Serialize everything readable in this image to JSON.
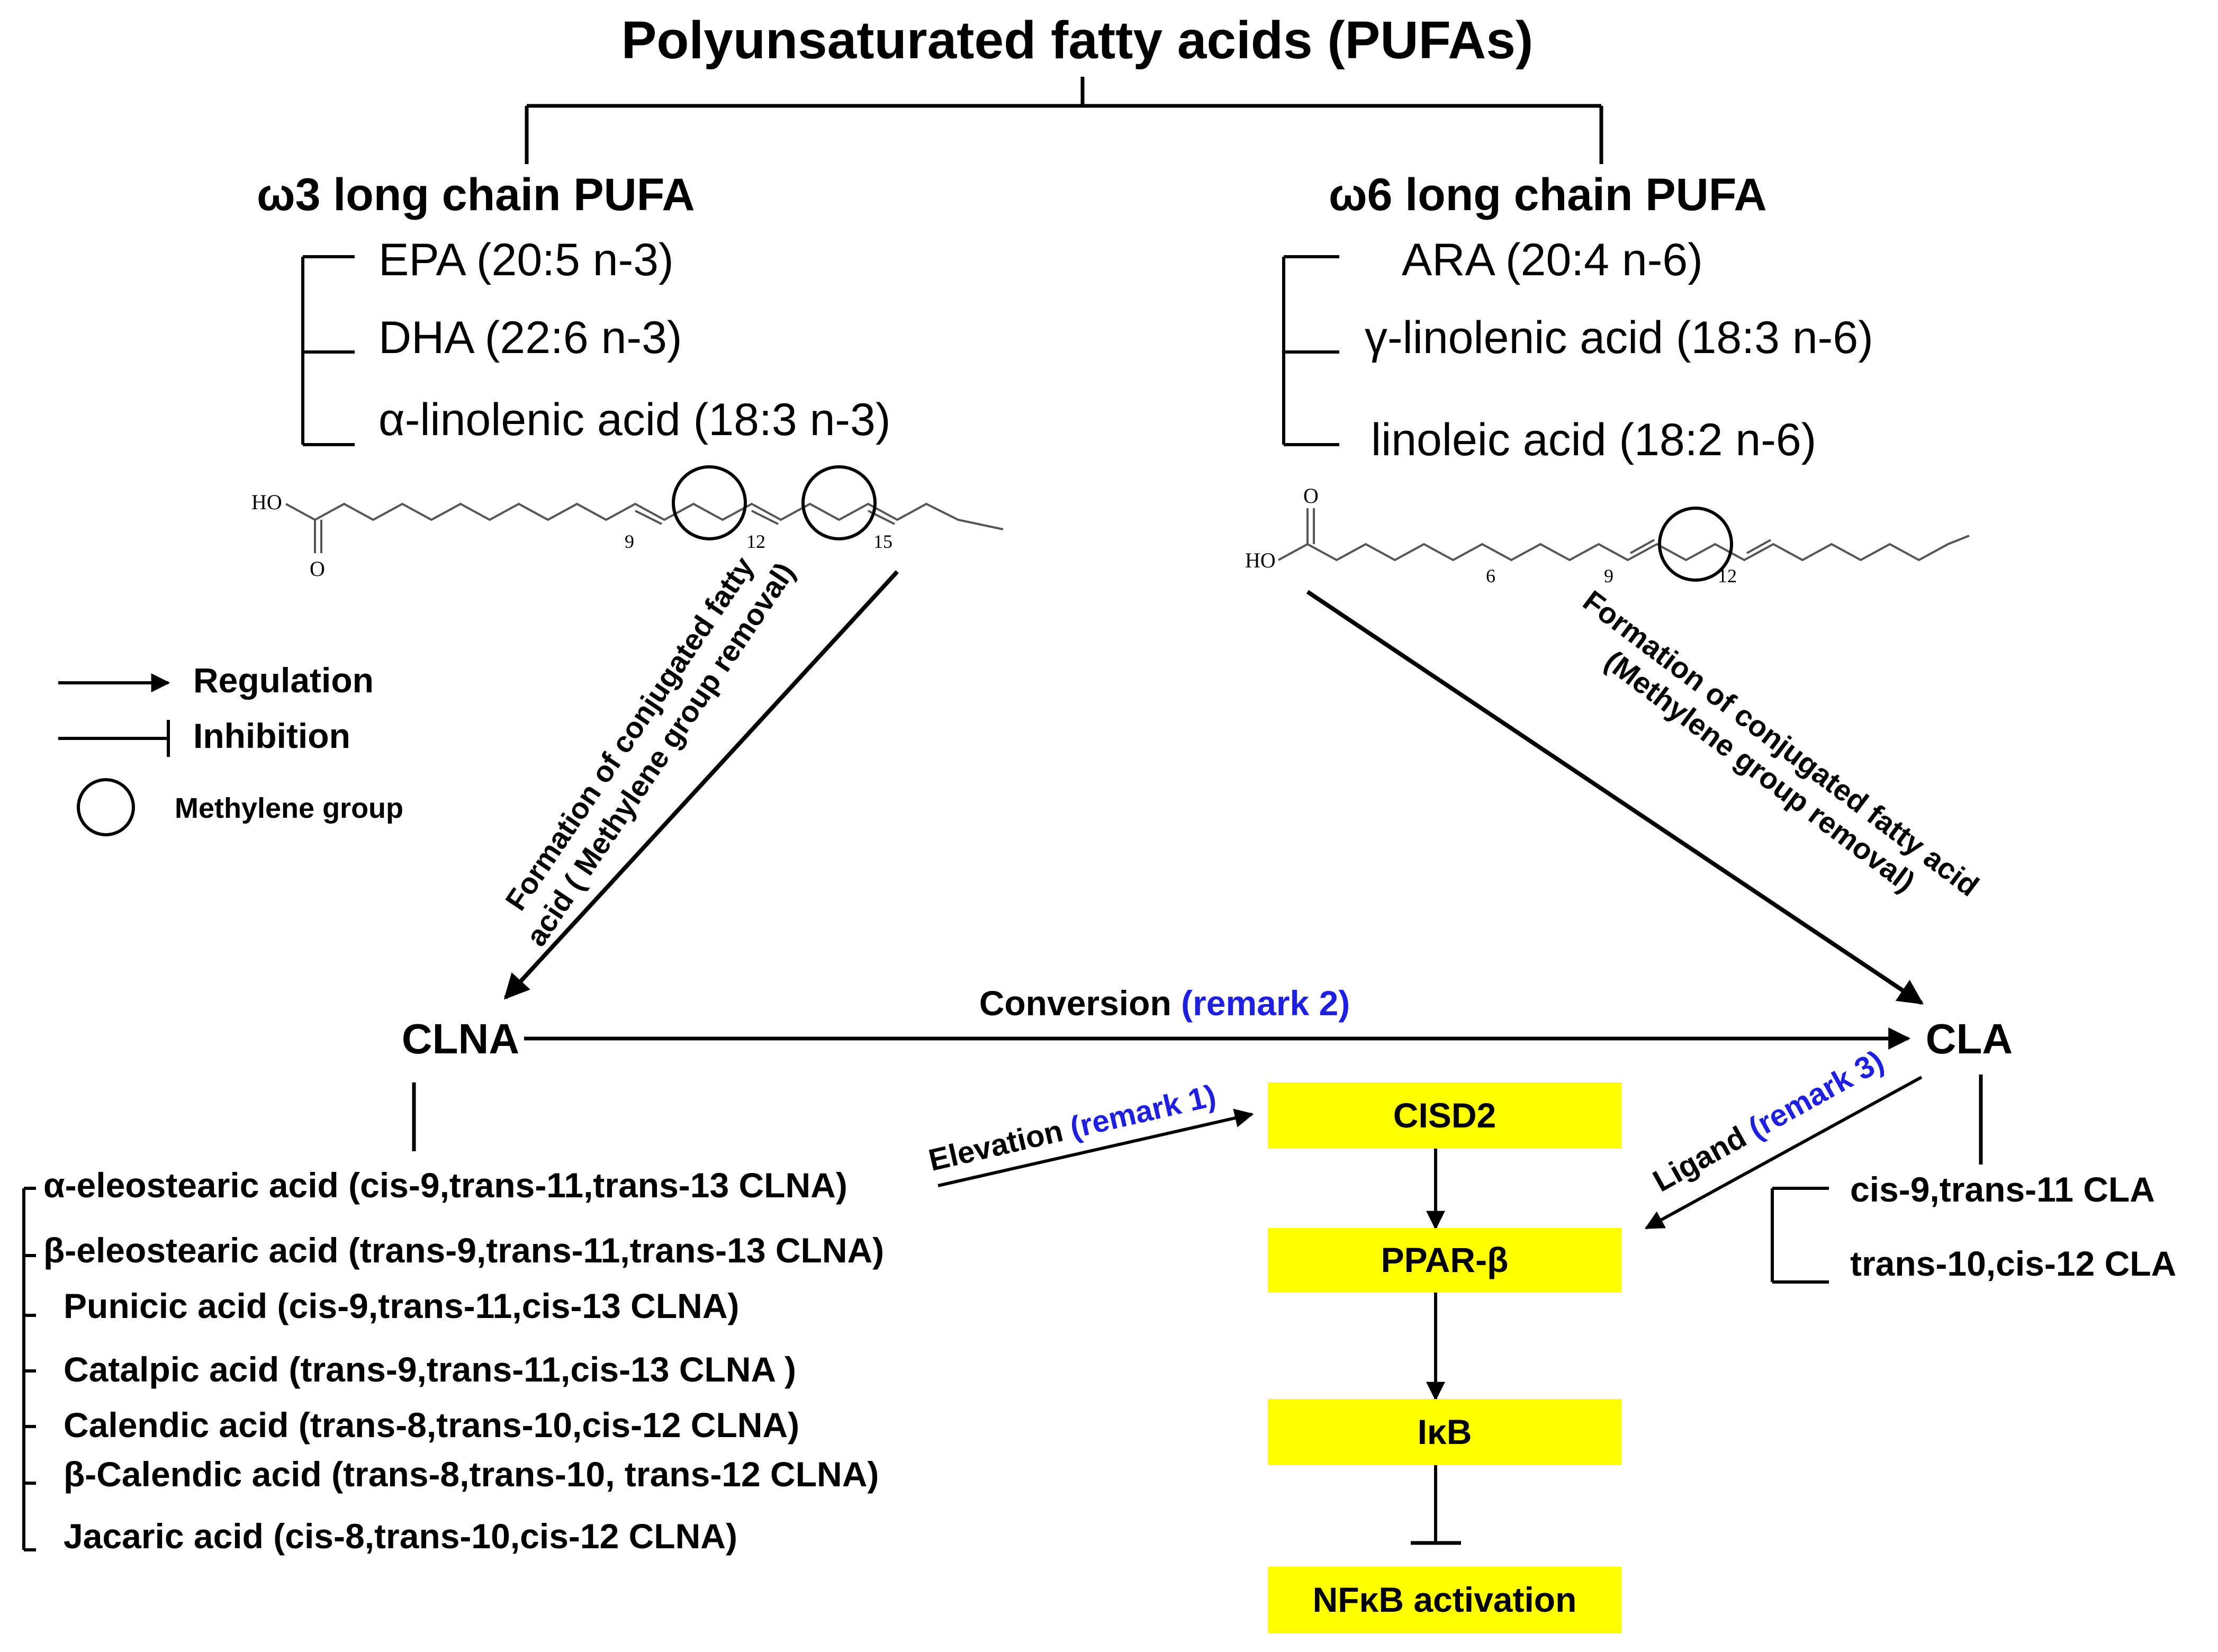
{
  "title": "Polyunsaturated fatty acids (PUFAs)",
  "omega3": {
    "heading": "ω3 long chain PUFA",
    "items": [
      "EPA (20:5 n-3)",
      "DHA (22:6 n-3)",
      "α-linolenic  acid (18:3 n-3)"
    ]
  },
  "omega6": {
    "heading": "ω6  long chain PUFA",
    "items": [
      "ARA (20:4 n-6)",
      "γ-linolenic  acid (18:3 n-6)",
      "linoleic  acid (18:2 n-6)"
    ]
  },
  "structure_left": {
    "ho": "HO",
    "o": "O",
    "pos1": "9",
    "pos2": "12",
    "pos3": "15"
  },
  "structure_right": {
    "o": "O",
    "ho": "HO",
    "pos1": "6",
    "pos2": "9",
    "pos3": "12"
  },
  "legend": {
    "regulation": "Regulation",
    "inhibition": "Inhibition",
    "methylene": "Methylene group"
  },
  "left_arrow_label": {
    "line1": "Formation of conjugated fatty",
    "line2": "acid ( Methylene group removal)"
  },
  "right_arrow_label": {
    "line1": "Formation of conjugated fatty acid",
    "line2": "(Methylene group  removal)"
  },
  "clna": "CLNA",
  "cla": "CLA",
  "conversion": {
    "text": "Conversion ",
    "remark": "(remark 2)"
  },
  "elevation": {
    "text": "Elevation ",
    "remark": "(remark 1)"
  },
  "ligand": {
    "text": "Ligand ",
    "remark": "(remark 3)"
  },
  "clna_items": [
    "α-eleostearic acid (cis-9,trans-11,trans-13 CLNA)",
    "β-eleostearic acid (trans-9,trans-11,trans-13 CLNA)",
    "Punicic acid (cis-9,trans-11,cis-13 CLNA)",
    "Catalpic acid (trans-9,trans-11,cis-13 CLNA )",
    "Calendic acid (trans-8,trans-10,cis-12 CLNA)",
    "β-Calendic acid (trans-8,trans-10, trans-12 CLNA)",
    "Jacaric acid (cis-8,trans-10,cis-12 CLNA)"
  ],
  "cla_items": [
    "cis-9,trans-11 CLA",
    "trans-10,cis-12 CLA"
  ],
  "pathway": [
    "CISD2",
    "PPAR-β",
    "IκB",
    "NFκB activation"
  ],
  "colors": {
    "box_fill": "#ffff00",
    "remark": "#1f1fe0",
    "line": "#000000"
  }
}
